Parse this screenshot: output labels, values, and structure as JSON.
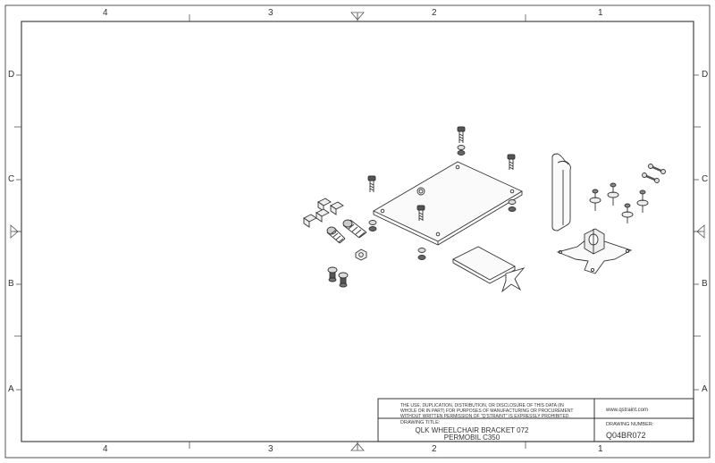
{
  "zones": {
    "columns_top": [
      "4",
      "3",
      "2",
      "1"
    ],
    "columns_bottom": [
      "4",
      "3",
      "2",
      "1"
    ],
    "rows_left": [
      "D",
      "C",
      "B",
      "A"
    ],
    "rows_right": [
      "D",
      "C",
      "B",
      "A"
    ]
  },
  "title_block": {
    "notice_line1": "THE USE, DUPLICATION, DISTRIBUTION, OR DISCLOSURE OF THIS DATA (IN",
    "notice_line2": "WHOLE OR IN PART) FOR PURPOSES OF MANUFACTURING OR PROCUREMENT",
    "notice_line3": "WITHOUT WRITTEN PERMISSION OF \"Q'STRAINT\" IS EXPRESSLY PROHIBITED.",
    "drawing_title_label": "DRAWING TITLE:",
    "title_line1": "QLK WHEELCHAIR BRACKET 072",
    "title_line2": "PERMOBIL C350",
    "website": "www.qstraint.com",
    "drawing_number_label": "DRAWING NUMBER:",
    "drawing_number": "Q04BR072"
  }
}
